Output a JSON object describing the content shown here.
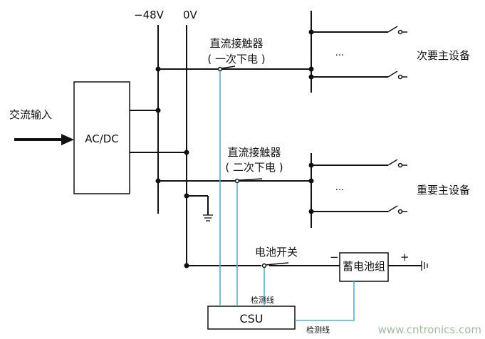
{
  "labels": {
    "ac_input": "交流输入",
    "acdc": "AC/DC",
    "neg48v": "−48V",
    "zero_v": "0V",
    "contactor1_title": "直流接触器",
    "contactor1_sub": "( 一次下电 )",
    "contactor2_title": "直流接触器",
    "contactor2_sub": "( 二次下电 )",
    "dots_1": "...",
    "dots_2": "...",
    "secondary_loads": "次要主设备",
    "important_loads": "重要主设备",
    "battery_switch": "电池开关",
    "battery": "蓄电池组",
    "minus": "−",
    "plus": "+",
    "csu": "CSU",
    "detect_line_1": "检测线",
    "detect_line_2": "检测线",
    "watermark": "www.cntronics.com"
  },
  "colors": {
    "wire": "#111111",
    "sense_line": "#4fb6c9",
    "watermark": "#9dbf9a"
  }
}
